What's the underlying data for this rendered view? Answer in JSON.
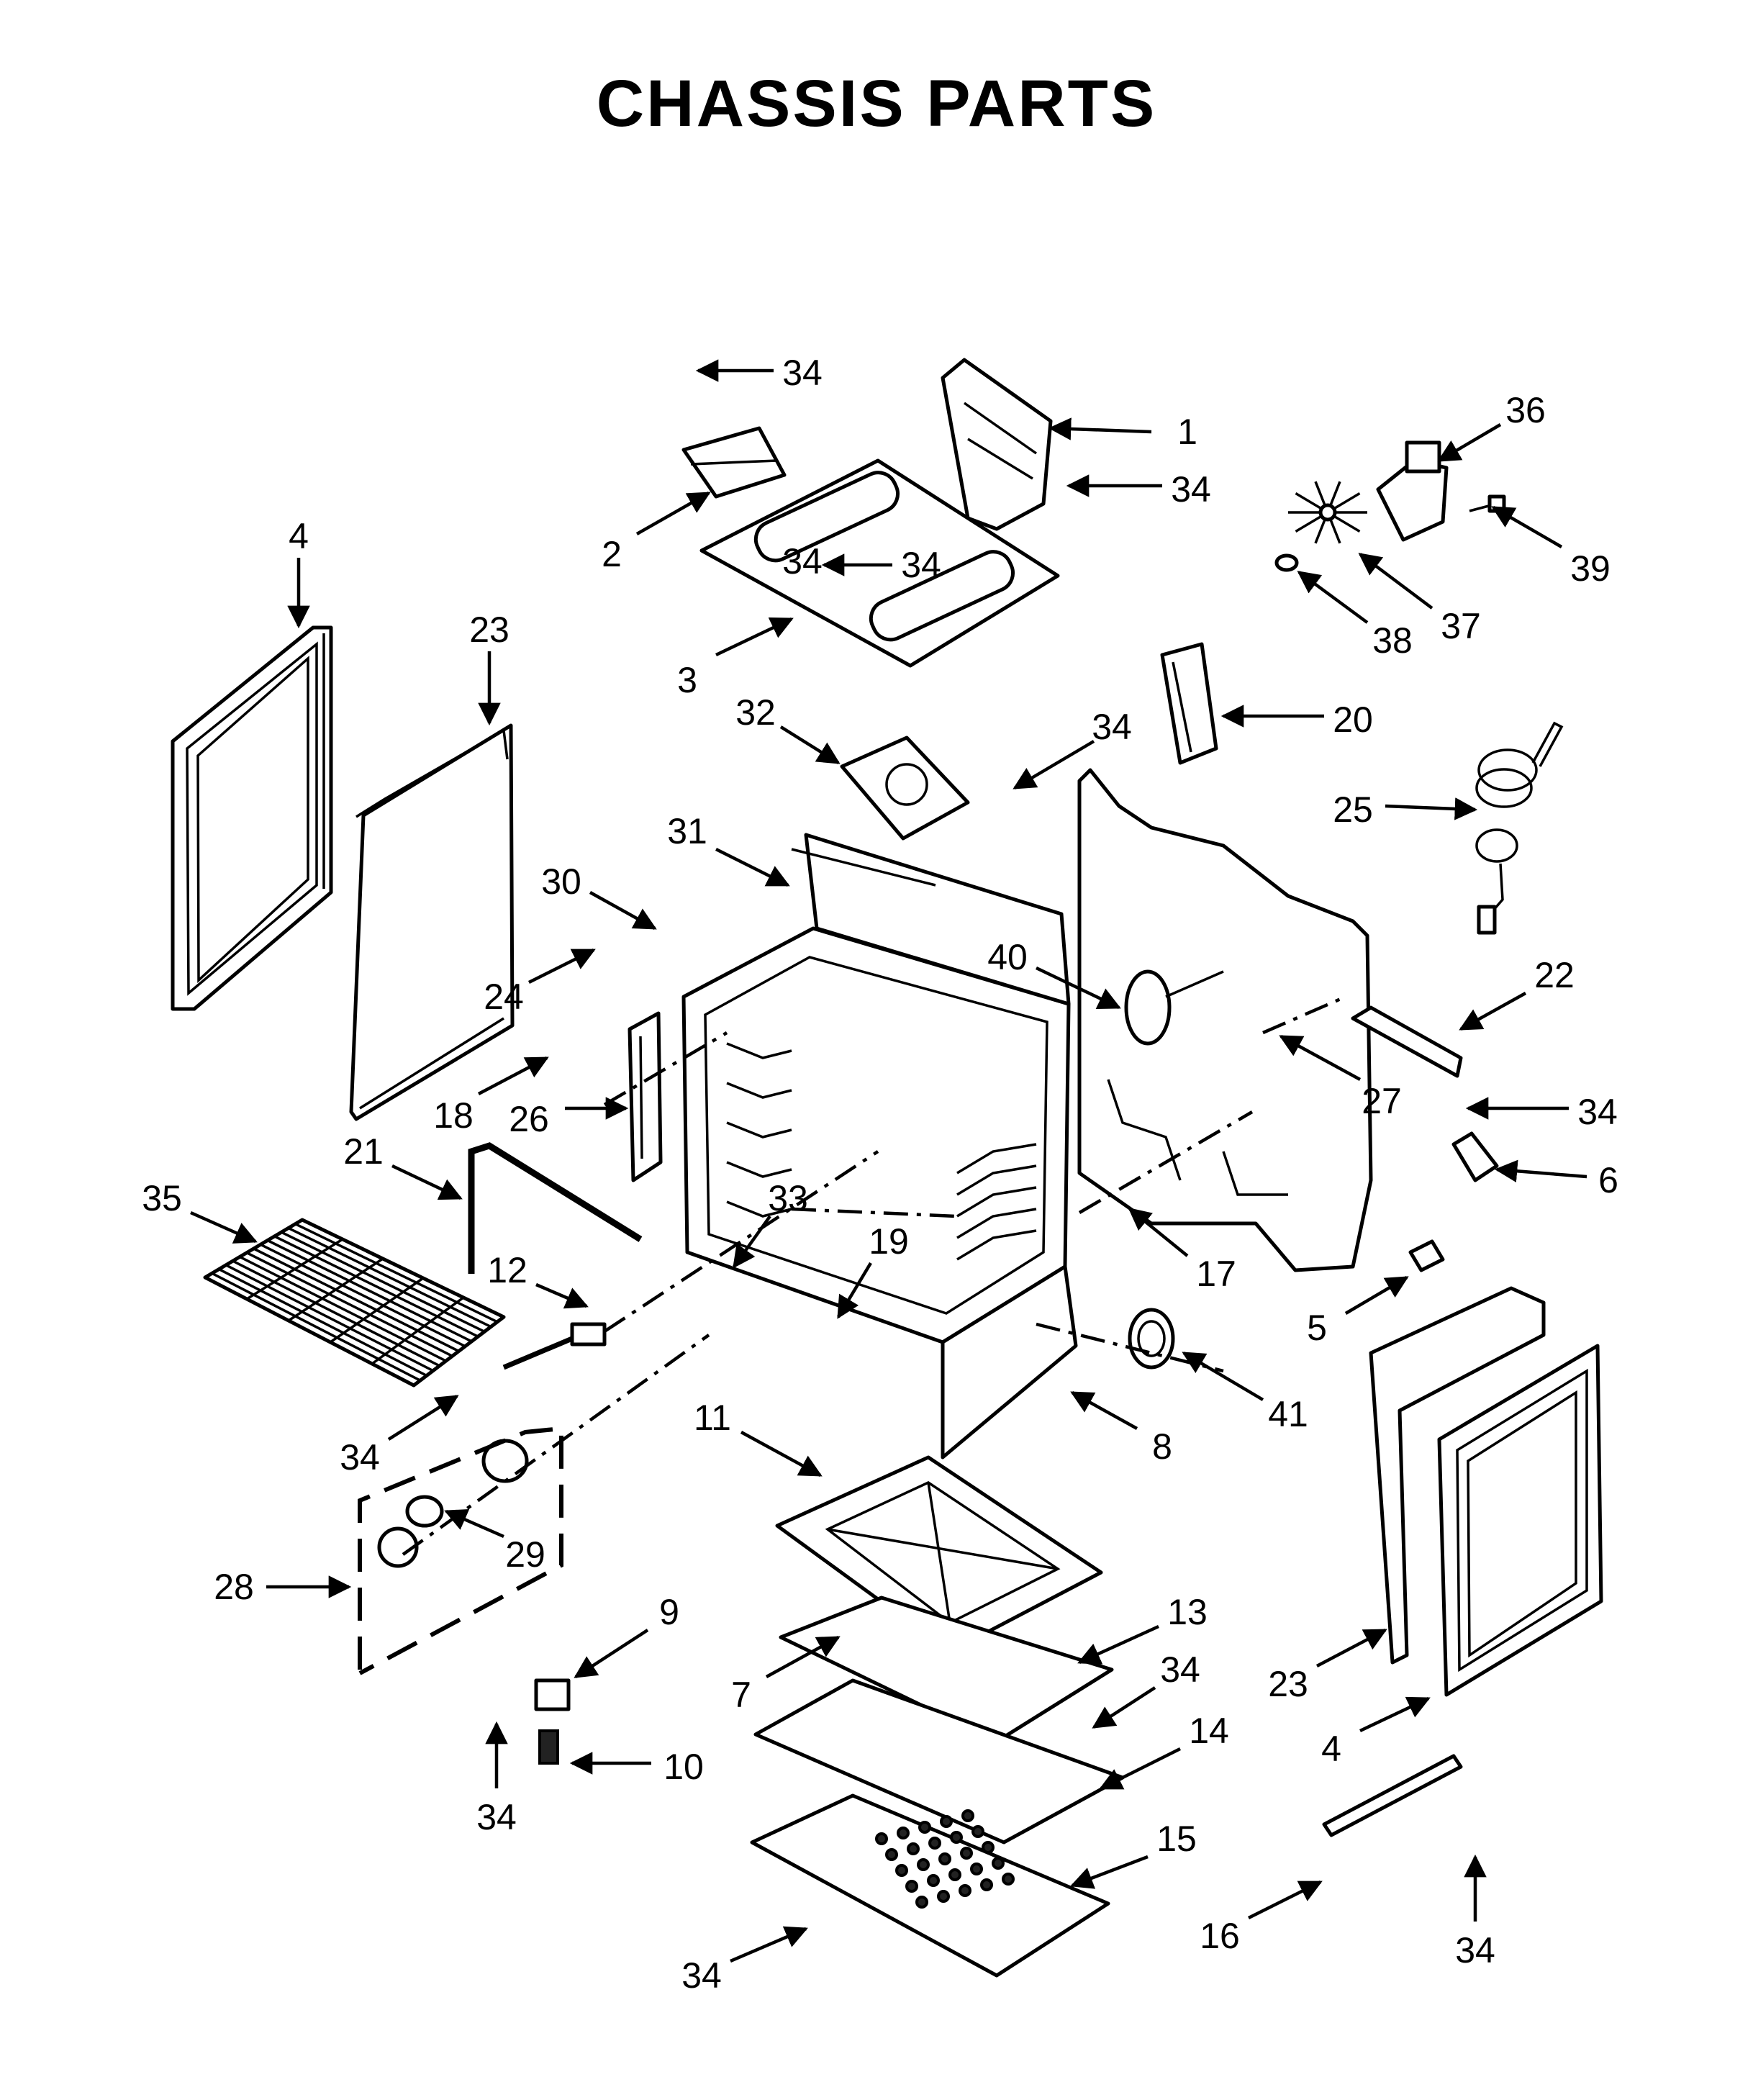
{
  "title": "CHASSIS PARTS",
  "callouts": [
    {
      "id": "c1",
      "label": "1"
    },
    {
      "id": "c2",
      "label": "2"
    },
    {
      "id": "c3",
      "label": "3"
    },
    {
      "id": "c4a",
      "label": "4"
    },
    {
      "id": "c4b",
      "label": "4"
    },
    {
      "id": "c5",
      "label": "5"
    },
    {
      "id": "c6",
      "label": "6"
    },
    {
      "id": "c7",
      "label": "7"
    },
    {
      "id": "c8",
      "label": "8"
    },
    {
      "id": "c9",
      "label": "9"
    },
    {
      "id": "c10",
      "label": "10"
    },
    {
      "id": "c11",
      "label": "11"
    },
    {
      "id": "c12",
      "label": "12"
    },
    {
      "id": "c13",
      "label": "13"
    },
    {
      "id": "c14",
      "label": "14"
    },
    {
      "id": "c15",
      "label": "15"
    },
    {
      "id": "c16",
      "label": "16"
    },
    {
      "id": "c17",
      "label": "17"
    },
    {
      "id": "c18",
      "label": "18"
    },
    {
      "id": "c19",
      "label": "19"
    },
    {
      "id": "c20",
      "label": "20"
    },
    {
      "id": "c21",
      "label": "21"
    },
    {
      "id": "c22",
      "label": "22"
    },
    {
      "id": "c23a",
      "label": "23"
    },
    {
      "id": "c23b",
      "label": "23"
    },
    {
      "id": "c24",
      "label": "24"
    },
    {
      "id": "c25",
      "label": "25"
    },
    {
      "id": "c26",
      "label": "26"
    },
    {
      "id": "c27",
      "label": "27"
    },
    {
      "id": "c28",
      "label": "28"
    },
    {
      "id": "c29",
      "label": "29"
    },
    {
      "id": "c30",
      "label": "30"
    },
    {
      "id": "c31",
      "label": "31"
    },
    {
      "id": "c32",
      "label": "32"
    },
    {
      "id": "c33",
      "label": "33"
    },
    {
      "id": "c34a",
      "label": "34"
    },
    {
      "id": "c34b",
      "label": "34"
    },
    {
      "id": "c34c",
      "label": "34"
    },
    {
      "id": "c34d",
      "label": "34"
    },
    {
      "id": "c34e",
      "label": "34"
    },
    {
      "id": "c34f",
      "label": "34"
    },
    {
      "id": "c34g",
      "label": "34"
    },
    {
      "id": "c34h",
      "label": "34"
    },
    {
      "id": "c34i",
      "label": "34"
    },
    {
      "id": "c34j",
      "label": "34"
    },
    {
      "id": "c34k",
      "label": "34"
    },
    {
      "id": "c35",
      "label": "35"
    },
    {
      "id": "c36",
      "label": "36"
    },
    {
      "id": "c37",
      "label": "37"
    },
    {
      "id": "c38",
      "label": "38"
    },
    {
      "id": "c39",
      "label": "39"
    },
    {
      "id": "c40",
      "label": "40"
    },
    {
      "id": "c41",
      "label": "41"
    }
  ]
}
